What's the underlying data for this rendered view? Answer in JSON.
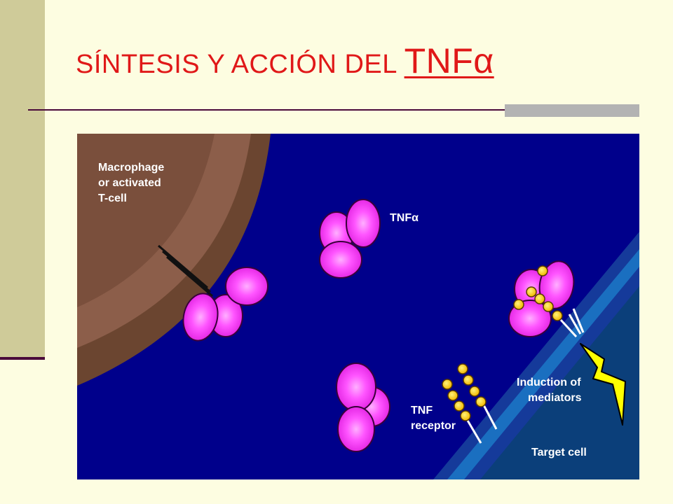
{
  "title": {
    "prefix": "SÍNTESIS Y ACCIÓN DEL",
    "tnf": "TNFα"
  },
  "diagram": {
    "labels": {
      "macrophage": [
        "Macrophage",
        "or activated",
        "T-cell"
      ],
      "tnf": "TNFα",
      "receptor": [
        "TNF",
        "receptor"
      ],
      "induction": [
        "Induction of",
        "mediators"
      ],
      "target": "Target cell"
    }
  },
  "colors": {
    "title": "#e01818",
    "background": "#fdfde1",
    "diagram_bg": "#00008b",
    "macrophage": "#8c5e4a",
    "tnf_protein": "#ff40ff",
    "target_membrane": "#1a6fc0",
    "receptor_beads": "#ffd700",
    "lightning": "#ffff00"
  }
}
